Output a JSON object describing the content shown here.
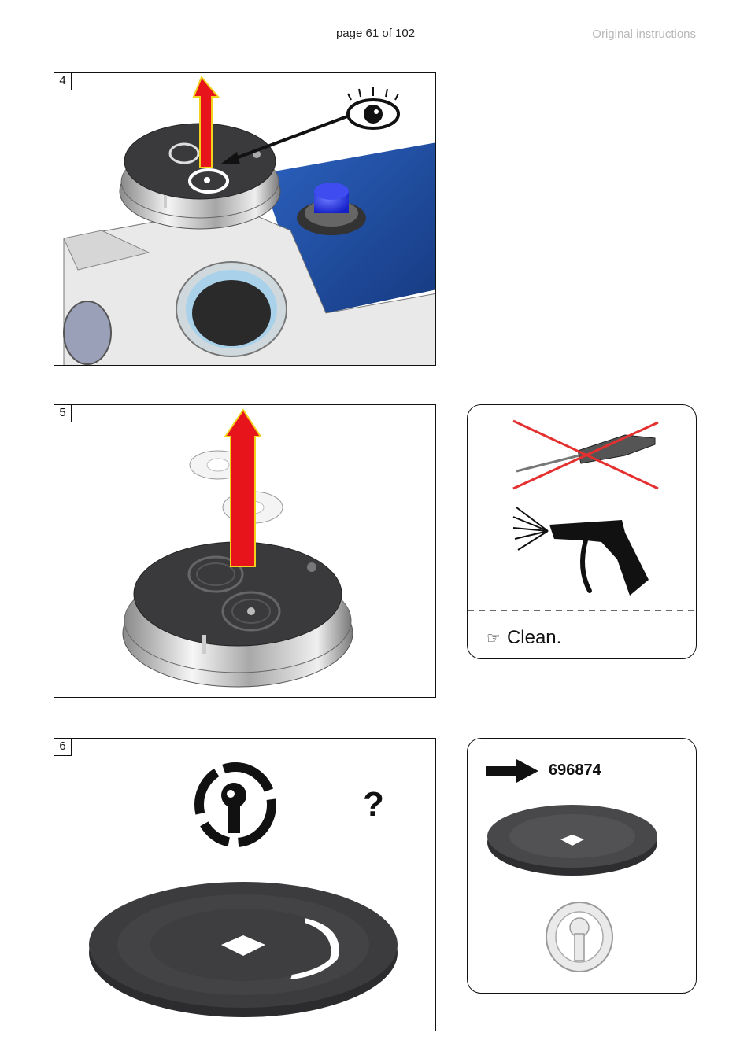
{
  "header": {
    "page_number": "page 61 of 102",
    "doc_status": "Original instructions"
  },
  "steps": [
    {
      "number": "4"
    },
    {
      "number": "5"
    },
    {
      "number": "6",
      "question_mark": "?"
    }
  ],
  "cleaning_box": {
    "hand_icon": "☞",
    "text": "Clean.",
    "icons": [
      "no-brush-icon",
      "air-gun-icon"
    ]
  },
  "spare_part_box": {
    "part_number": "696874",
    "icons": [
      "arrow-right-icon",
      "seal-disc-icon",
      "keyhole-washer-icon"
    ]
  },
  "colors": {
    "arrow_red": "#e8141b",
    "arrow_outline": "#f2d21a",
    "housing_blue": "#1e4fa0",
    "button_blue": "#1f2fe0",
    "disc_dark": "#3a3a3c",
    "cross_red": "#e53030"
  }
}
